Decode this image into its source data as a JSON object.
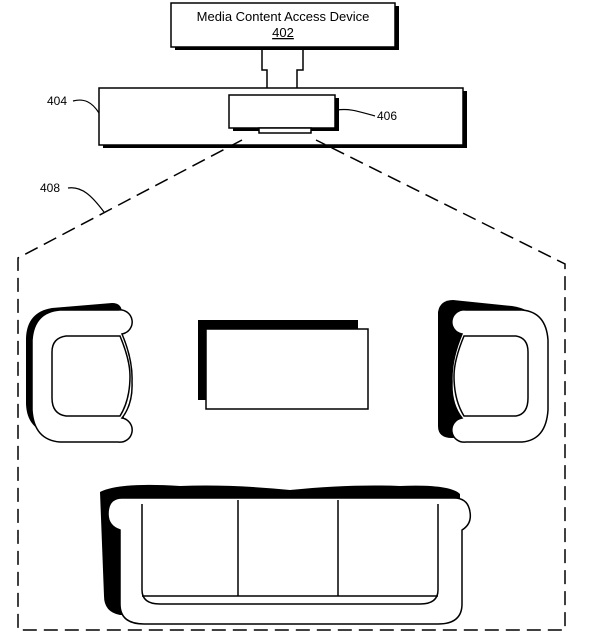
{
  "device": {
    "title": "Media Content Access Device",
    "ref": "402"
  },
  "labels": {
    "display": "404",
    "sensor": "406",
    "field_of_view": "408"
  },
  "colors": {
    "ink": "#000000",
    "paper": "#ffffff"
  }
}
